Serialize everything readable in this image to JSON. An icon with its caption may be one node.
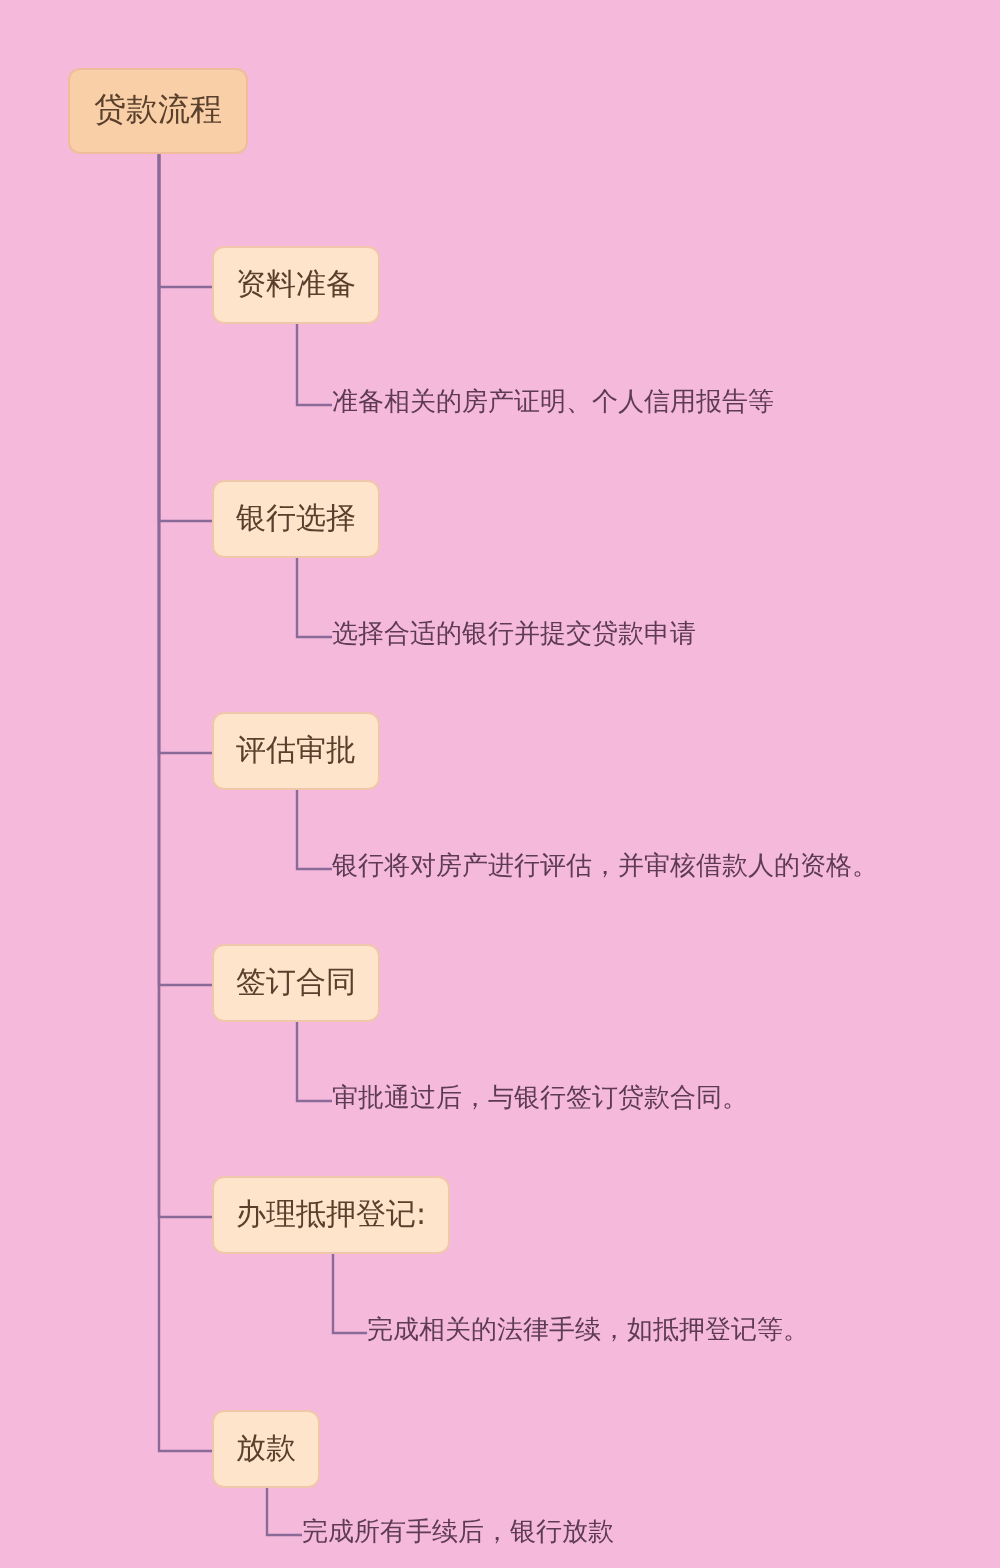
{
  "diagram": {
    "nodes": [
      {
        "text": [
          "贷款流程"
        ]
      },
      {
        "text": [
          "资料准备"
        ]
      },
      {
        "text": [
          "准备相关的房产证明、个人信用报告等"
        ]
      },
      {
        "text": [
          "银行选择"
        ]
      },
      {
        "text": [
          "选择合适的银行并提交贷款申请"
        ]
      },
      {
        "text": [
          "评估审批"
        ]
      },
      {
        "text": [
          "银行将对房产进行评估，并审核借款人的资格。"
        ]
      },
      {
        "text": [
          "签订合同"
        ]
      },
      {
        "text": [
          "审批通过后，与银行签订贷款合同。"
        ]
      },
      {
        "text": [
          "办理抵押登记:"
        ]
      },
      {
        "text": [
          "完成相关的法律手续，如抵押登记等。"
        ]
      },
      {
        "text": [
          "放款"
        ]
      },
      {
        "text": [
          "完成所有手续后，银行放款"
        ]
      }
    ],
    "edges": [
      {
        "from": 0,
        "to": 1,
        "arrow": "none"
      },
      {
        "from": 1,
        "to": 2,
        "arrow": "none"
      },
      {
        "from": 0,
        "to": 3,
        "arrow": "none"
      },
      {
        "from": 3,
        "to": 4,
        "arrow": "none"
      },
      {
        "from": 0,
        "to": 5,
        "arrow": "none"
      },
      {
        "from": 5,
        "to": 6,
        "arrow": "none"
      },
      {
        "from": 0,
        "to": 7,
        "arrow": "none"
      },
      {
        "from": 7,
        "to": 8,
        "arrow": "none"
      },
      {
        "from": 0,
        "to": 9,
        "arrow": "none"
      },
      {
        "from": 9,
        "to": 10,
        "arrow": "none"
      },
      {
        "from": 0,
        "to": 11,
        "arrow": "none"
      },
      {
        "from": 11,
        "to": 12,
        "arrow": "none"
      }
    ]
  }
}
